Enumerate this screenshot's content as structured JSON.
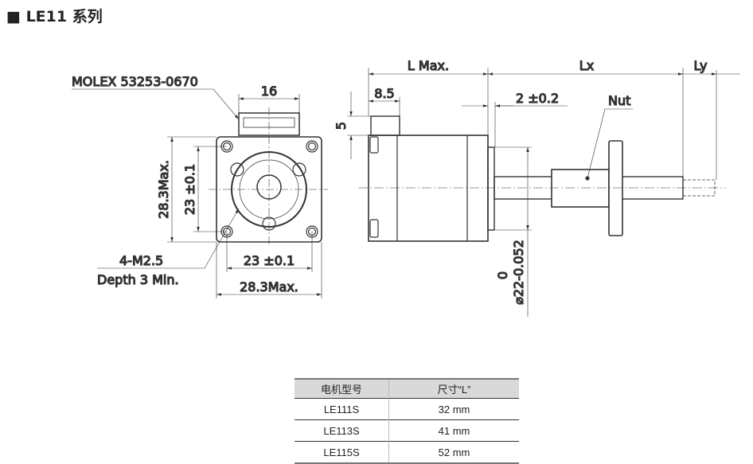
{
  "title": "■ LE11 系列",
  "front_view": {
    "connector_label": "MOLEX 53253-0670",
    "connector_width": "16",
    "height_max": "28.3Max.",
    "hole_pitch_v": "23 ±0.1",
    "hole_pitch_h": "23 ±0.1",
    "width_max": "28.3Max.",
    "thread_label": "4-M2.5",
    "thread_depth": "Depth 3 Min."
  },
  "side_view": {
    "length_label": "L Max.",
    "lx_label": "Lx",
    "ly_label": "Ly",
    "connector_offset": "8.5",
    "connector_height": "5",
    "pilot_length": "2 ±0.2",
    "nut_label": "Nut",
    "pilot_tol": "0",
    "pilot_diameter": "⌀22-0.052"
  },
  "table": {
    "headers": [
      "电机型号",
      "尺寸“L”"
    ],
    "rows": [
      [
        "LE111S",
        "32 mm"
      ],
      [
        "LE113S",
        "41 mm"
      ],
      [
        "LE115S",
        "52 mm"
      ]
    ]
  }
}
